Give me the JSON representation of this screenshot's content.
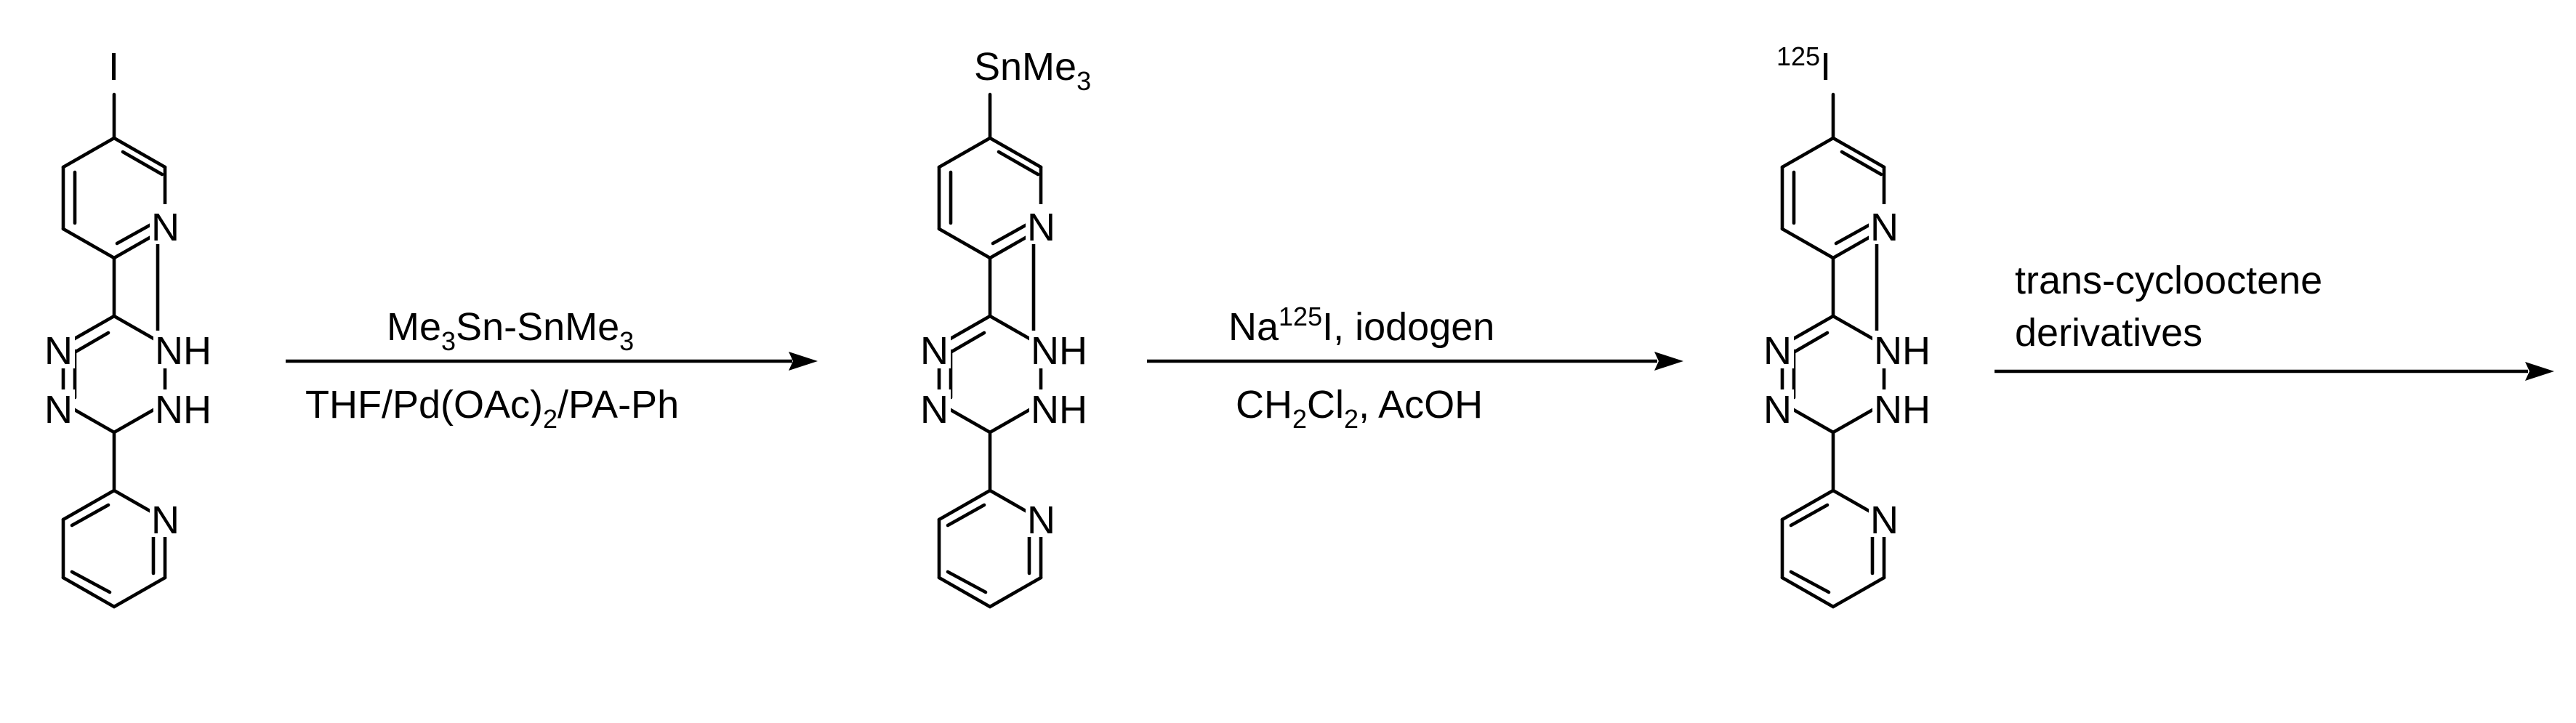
{
  "molecules": [
    {
      "id": "iodo-tetrazine",
      "substituent_label": "I",
      "substituent_sup": "",
      "pyridine_top_N": "N",
      "tetrazine_N1": "N",
      "tetrazine_N2": "N",
      "tetrazine_NH1": "NH",
      "tetrazine_NH2": "NH",
      "pyridine_bottom_N": "N"
    },
    {
      "id": "stannyl-tetrazine",
      "substituent_label": "SnMe",
      "substituent_sub": "3",
      "pyridine_top_N": "N",
      "tetrazine_N1": "N",
      "tetrazine_N2": "N",
      "tetrazine_NH1": "NH",
      "tetrazine_NH2": "NH",
      "pyridine_bottom_N": "N"
    },
    {
      "id": "radioiodo-tetrazine",
      "substituent_label": "I",
      "substituent_sup": "125",
      "pyridine_top_N": "N",
      "tetrazine_N1": "N",
      "tetrazine_N2": "N",
      "tetrazine_NH1": "NH",
      "tetrazine_NH2": "NH",
      "pyridine_bottom_N": "N"
    }
  ],
  "arrows": [
    {
      "above": {
        "p1": "Me",
        "s1": "3",
        "p2": "Sn-SnMe",
        "s2": "3"
      },
      "below": {
        "p1": "THF/Pd(OAc)",
        "s1": "2",
        "p2": "/PA-Ph"
      }
    },
    {
      "above": {
        "p1": "Na",
        "sup1": "125",
        "p2": "I, iodogen"
      },
      "below": {
        "p1": "CH",
        "s1": "2",
        "p2": "Cl",
        "s2": "2",
        "p3": ", AcOH"
      }
    },
    {
      "above_line1": "trans-cyclooctene",
      "above_line2": "derivatives"
    }
  ]
}
